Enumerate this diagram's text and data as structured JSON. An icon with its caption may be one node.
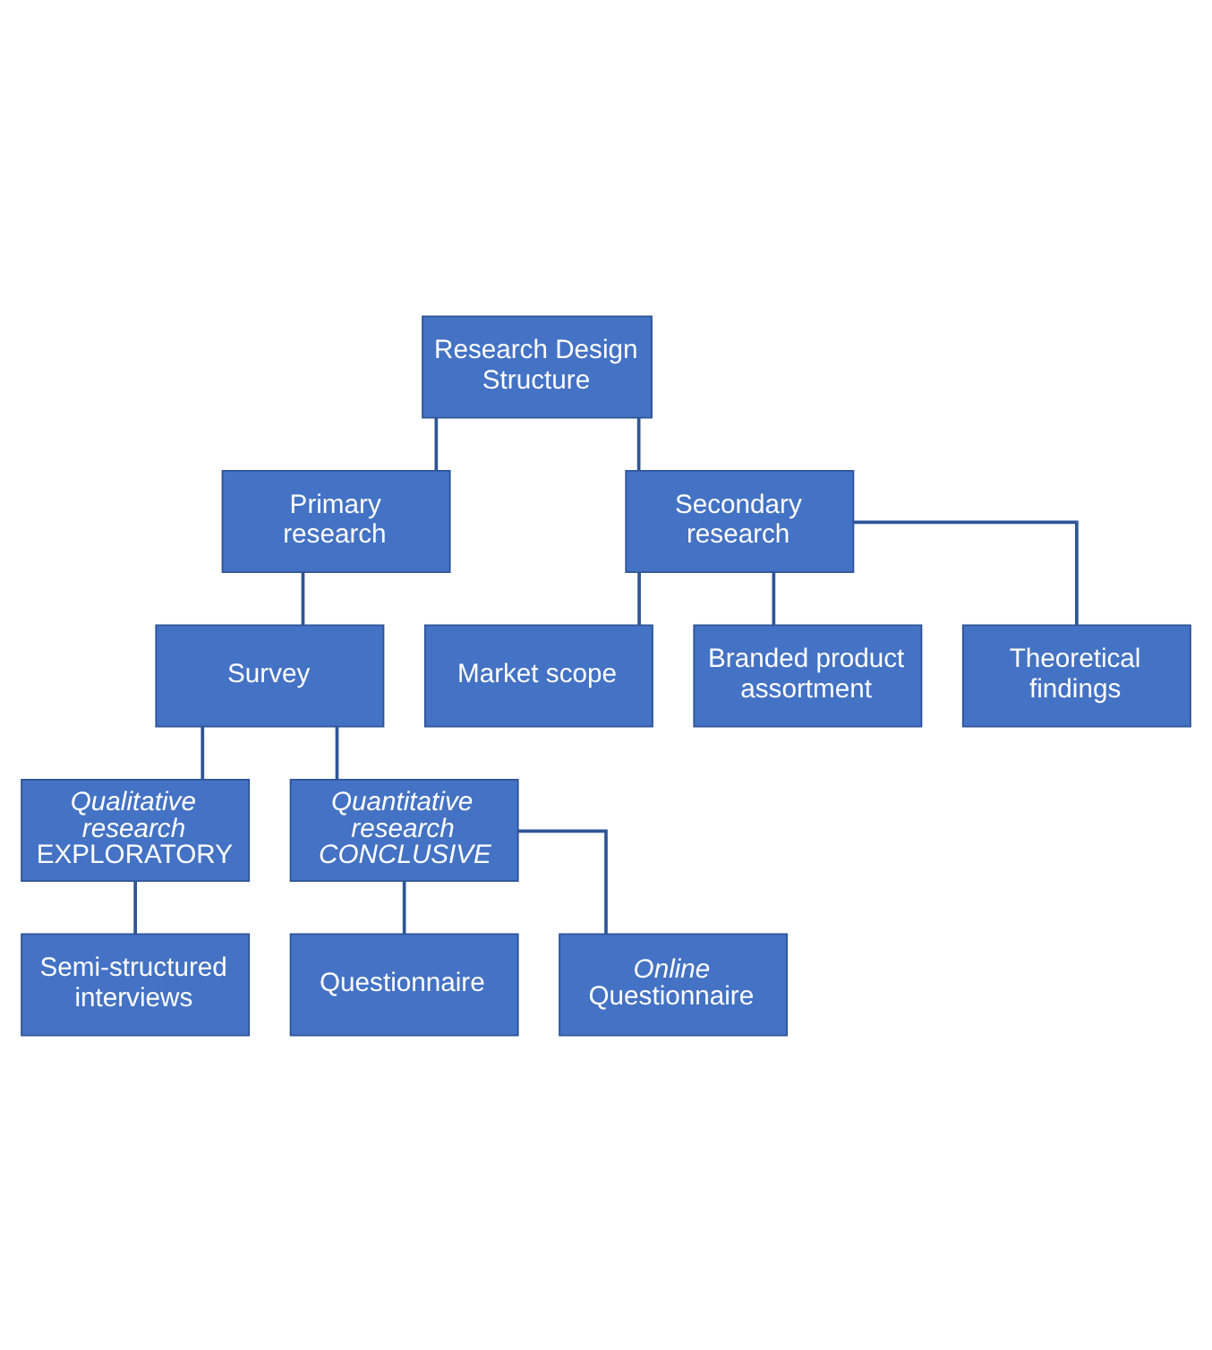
{
  "diagram": {
    "nodes": [
      {
        "text": [
          "Research Design Structure"
        ]
      },
      {
        "text": [
          "Primary research"
        ]
      },
      {
        "text": [
          "Secondary research"
        ]
      },
      {
        "text": [
          "Survey"
        ]
      },
      {
        "text": [
          "*Qualitative research* EXPLORATORY"
        ]
      },
      {
        "text": [
          "Quantitative research CONCLUSIVE"
        ]
      },
      {
        "text": [
          "Semi-structured interviews"
        ]
      },
      {
        "text": [
          "Questionnaire"
        ]
      },
      {
        "text": [
          "*Online* Questionnaire"
        ]
      },
      {
        "text": [
          "Market scope"
        ]
      },
      {
        "text": [
          "Branded product assortment"
        ]
      },
      {
        "text": [
          "Theoretical findings"
        ]
      }
    ],
    "edges": [
      {
        "from": 0,
        "to": 1,
        "arrow": "none"
      },
      {
        "from": 0,
        "to": 2,
        "arrow": "none"
      },
      {
        "from": 1,
        "to": 3,
        "arrow": "none"
      },
      {
        "from": 3,
        "to": 4,
        "arrow": "none"
      },
      {
        "from": 3,
        "to": 5,
        "arrow": "none"
      },
      {
        "from": 4,
        "to": 6,
        "arrow": "none"
      },
      {
        "from": 5,
        "to": 7,
        "arrow": "none"
      },
      {
        "from": 5,
        "to": 8,
        "arrow": "none"
      },
      {
        "from": 2,
        "to": 9,
        "arrow": "none"
      },
      {
        "from": 2,
        "to": 10,
        "arrow": "none"
      },
      {
        "from": 2,
        "to": 11,
        "arrow": "none"
      }
    ]
  }
}
